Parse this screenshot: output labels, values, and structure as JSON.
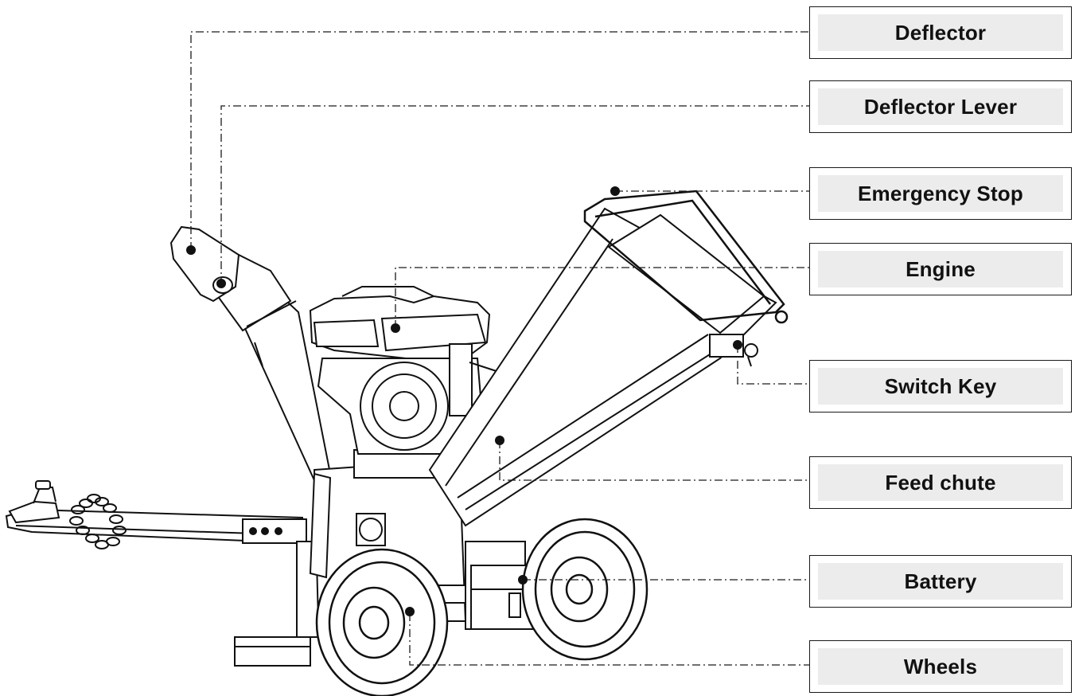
{
  "diagram": {
    "labels": [
      {
        "id": "deflector",
        "text": "Deflector"
      },
      {
        "id": "deflector-lever",
        "text": "Deflector Lever"
      },
      {
        "id": "emergency-stop",
        "text": "Emergency Stop"
      },
      {
        "id": "engine",
        "text": "Engine"
      },
      {
        "id": "switch-key",
        "text": "Switch Key"
      },
      {
        "id": "feed-chute",
        "text": "Feed chute"
      },
      {
        "id": "battery",
        "text": "Battery"
      },
      {
        "id": "wheels",
        "text": "Wheels"
      }
    ],
    "colors": {
      "line": "#1a1a1a",
      "label_fill": "#ececec",
      "label_border": "#1a1a1a"
    }
  }
}
